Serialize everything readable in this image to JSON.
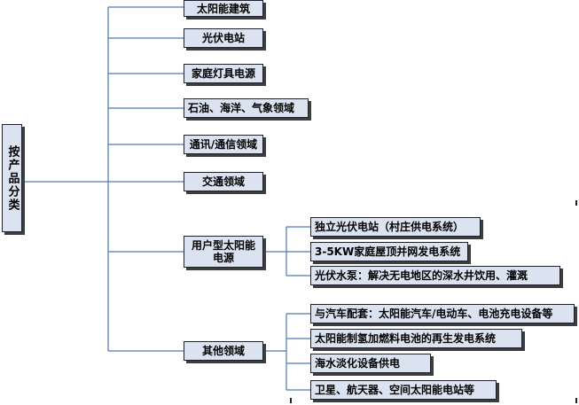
{
  "root": {
    "label": "按产品分类"
  },
  "categories": [
    {
      "label": "太阳能建筑"
    },
    {
      "label": "光伏电站"
    },
    {
      "label": "家庭灯具电源"
    },
    {
      "label": "石油、海洋、气象领域"
    },
    {
      "label": "通讯/通信领域"
    },
    {
      "label": "交通领域"
    },
    {
      "label": "用户型太阳能电源",
      "children": [
        {
          "label": "独立光伏电站（村庄供电系统）"
        },
        {
          "label": "3-5KW家庭屋顶并网发电系统"
        },
        {
          "label": "光伏水泵：解决无电地区的深水井饮用、灌溉"
        }
      ]
    },
    {
      "label": "其他领域",
      "children": [
        {
          "label": "与汽车配套：太阳能汽车/电动车、电池充电设备等"
        },
        {
          "label": "太阳能制氢加燃料电池的再生发电系统"
        },
        {
          "label": "海水淡化设备供电"
        },
        {
          "label": "卫星、航天器、空间太阳能电站等"
        }
      ]
    }
  ],
  "colors": {
    "box_fill": "#dce3f0",
    "box_border": "#1e2230",
    "connector": "#4a7ab5",
    "shadow": "#3d3d3d"
  }
}
